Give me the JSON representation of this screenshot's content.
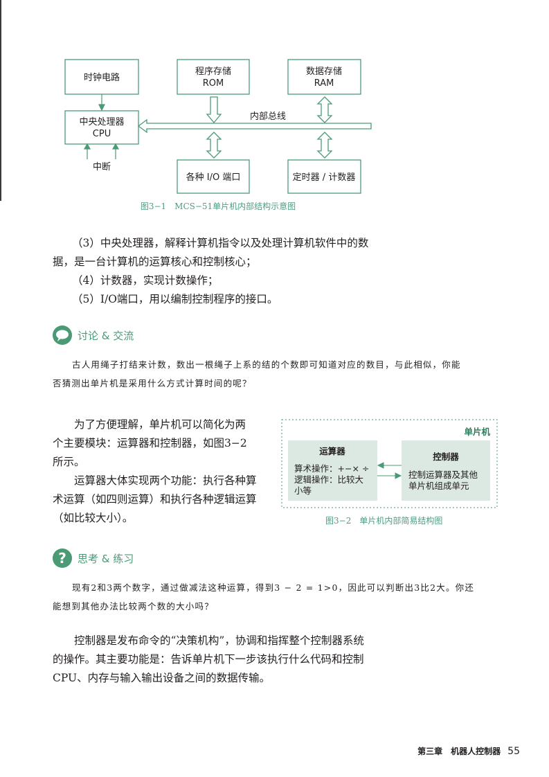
{
  "fig1": {
    "clock": "时钟电路",
    "cpu1": "中央处理器",
    "cpu2": "CPU",
    "rom1": "程序存储",
    "rom2": "ROM",
    "ram1": "数据存储",
    "ram2": "RAM",
    "bus": "内部总线",
    "interrupt": "中断",
    "io": "各种 I/O 端口",
    "timer": "定时器 / 计数器",
    "caption": "图3−1　MCS−51单片机内部结构示意图"
  },
  "list": [
    "（3）中央处理器，解释计算机指令以及处理计算机软件中的数",
    "据，是一台计算机的运算核心和控制核心；",
    "（4）计数器，实现计数操作；",
    "（5）I/O端口，用以编制控制程序的接口。"
  ],
  "discuss": {
    "title": "讨论 & 交流",
    "lines": [
      "古人用绳子打结来计数，数出一根绳子上系的结的个数即可知道对应的数目，与此相似，你能",
      "否猜测出单片机是采用什么方式计算时间的呢？"
    ]
  },
  "para1": [
    "为了方便理解，单片机可以简化为两",
    "个主要模块：运算器和控制器，如图3−2",
    "所示。",
    "运算器大体实现两个功能：执行各种算",
    "术运算（如四则运算）和执行各种逻辑运算",
    "（如比较大小）。"
  ],
  "fig2": {
    "outer": "单片机",
    "alu_title": "运算器",
    "alu_l1": "算术操作：+−× ÷",
    "alu_l2": "逻辑操作：比较大",
    "alu_l3": "小等",
    "ctrl_title": "控制器",
    "ctrl_l1": "控制运算器及其他",
    "ctrl_l2": "单片机组成单元",
    "caption": "图3−2　单片机内部简易结构图"
  },
  "think": {
    "title": "思考 & 练习",
    "lines": [
      "现有2和3两个数字，通过做减法这种运算，得到3 − 2 = 1>0，因此可以判断出3比2大。你还",
      "能想到其他办法比较两个数的大小吗？"
    ]
  },
  "para2": [
    "控制器是发布命令的“决策机构”，协调和指挥整个控制器系统",
    "的操作。其主要功能是：告诉单片机下一步该执行什么代码和控制",
    "CPU、内存与输入输出设备之间的数据传输。"
  ],
  "footer": {
    "chapter": "第三章　机器人控制器",
    "page": "55"
  },
  "colors": {
    "green": "#4a9a75",
    "box": "#dbe9e2"
  }
}
